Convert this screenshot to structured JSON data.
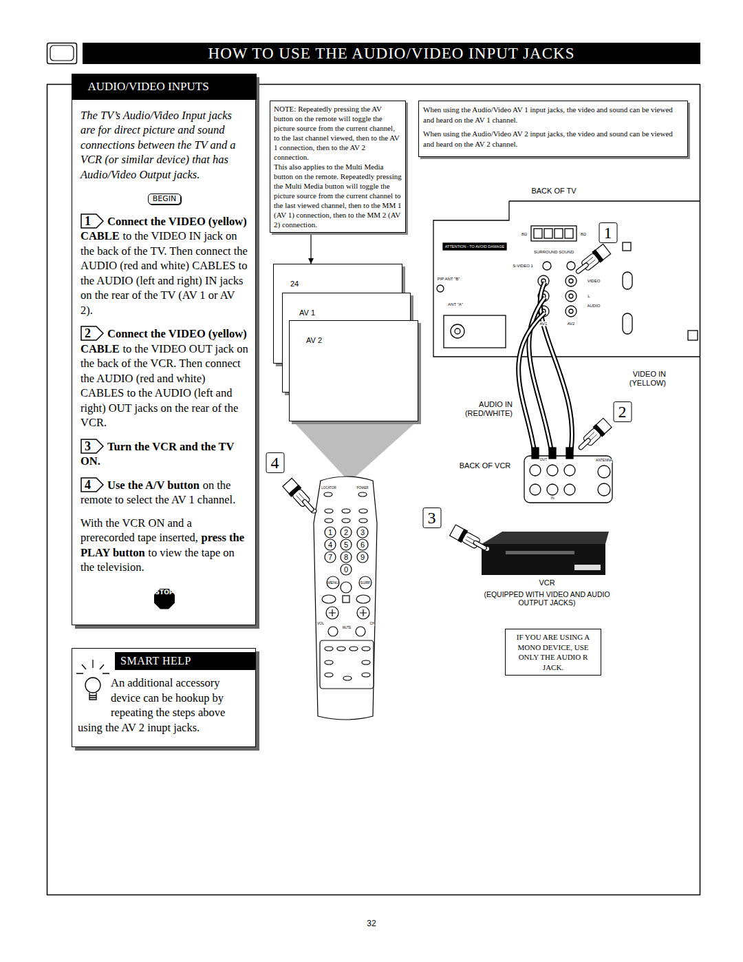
{
  "diagram": {
    "title": "HOW TO USE THE AUDIO/VIDEO INPUT JACKS",
    "nodes": [
      {
        "text": [
          "AUDIO/VIDEO INPUTS",
          "The TV’s Audio/Video Input jacks are for direct picture and sound connections between the TV and a VCR (or similar device) that has Audio/Video Output jacks.",
          "BEGIN",
          "1",
          "Connect the VIDEO (yellow) CABLE",
          "to the VIDEO IN jack on the back of the TV. Then connect the AUDIO (red and white) CABLES to the AUDIO (left and right) IN jacks on the rear of the TV (AV 1 or AV 2).",
          "2",
          "Connect the VIDEO (yellow) CABLE",
          "to the VIDEO OUT jack on the back of the VCR. Then connect the AUDIO (red and white) CABLES to the AUDIO (left and right) OUT jacks on the rear of the VCR.",
          "3",
          "Turn the VCR and the TV ON.",
          "4",
          "Use the A/V button",
          "on the remote to select the AV 1 channel.",
          "With the VCR ON and a prerecorded tape inserted,",
          "press the PLAY button",
          "to view the tape on the television.",
          "STOP"
        ]
      },
      {
        "text": [
          "SMART HELP",
          "An additional accessory device can be hookup by repeating the steps above using the AV 2 inupt jacks."
        ]
      },
      {
        "text": [
          "NOTE: Repeatedly pressing the AV button on the remote will toggle the picture source from the current channel, to the last channel viewed, then to the AV 1 connection, then to the AV 2 connection.",
          "This also applies to the Multi Media button on the remote. Repeatedly pressing the Multi Media button will toggle the picture source from the current channel to the last viewed channel, then to the MM 1 (AV 1) connection, then to the MM 2 (AV 2) connection."
        ]
      },
      {
        "text": [
          "When using the Audio/Video AV 1 input jacks, the video and sound can be viewed and heard on the AV 1 channel.",
          "When using the Audio/Video AV 2 input jacks, the video and sound can be viewed and heard on the AV 2 channel."
        ]
      },
      {
        "text": [
          "24"
        ]
      },
      {
        "text": [
          "AV 1"
        ]
      },
      {
        "text": [
          "AV 2"
        ]
      },
      {
        "text": [
          "IF YOU ARE USING A MONO DEVICE, USE ONLY THE AUDIO R JACK."
        ]
      }
    ],
    "edges": [
      {
        "from": 2,
        "to": 4,
        "arrow": "to"
      }
    ],
    "labels": [
      "BACK OF TV",
      "ATTENTION - TO AVOID DAMAGE",
      "SURROUND SOUND",
      "S-VIDEO 1",
      "PIP ANT \"B\"",
      "ANT \"A\"",
      "VIDEO",
      "L",
      "AUDIO",
      "AV1",
      "AV2",
      "1",
      "VIDEO IN (YELLOW)",
      "AUDIO IN (RED/WHITE)",
      "2",
      "BACK OF VCR",
      "OUT",
      "IN",
      "ANTENNA",
      "3",
      "VCR",
      "(EQUIPPED WITH VIDEO AND AUDIO OUTPUT JACKS)",
      "4",
      "LOCATOR",
      "POWER",
      "1",
      "2",
      "3",
      "4",
      "5",
      "6",
      "7",
      "8",
      "9",
      "0",
      "MENU",
      "SURF",
      "VOL",
      "CH",
      "MUTE",
      "32",
      "8Ω",
      "8Ω"
    ]
  }
}
